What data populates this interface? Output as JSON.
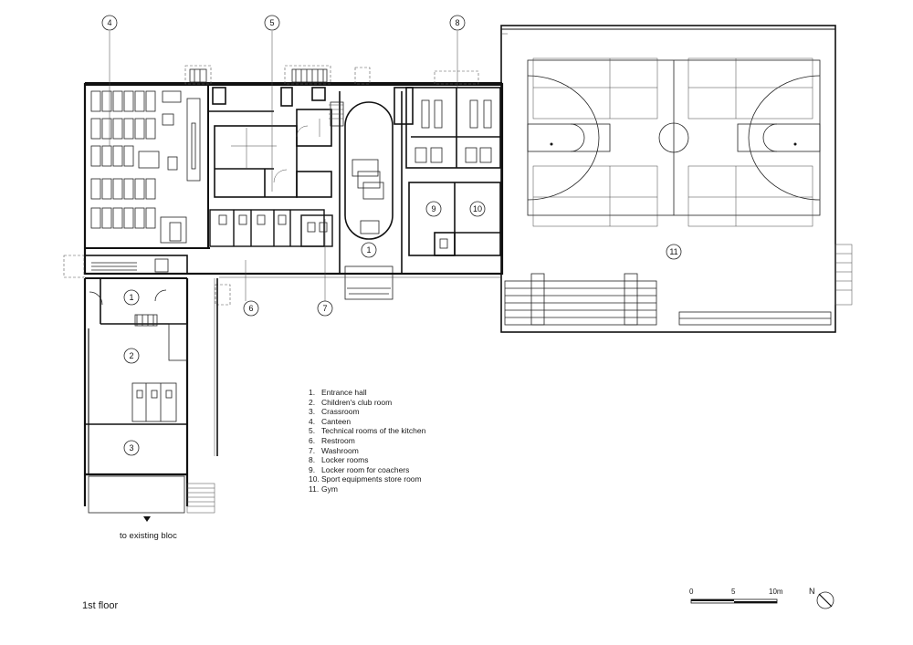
{
  "title": "1st floor",
  "note": "to existing bloc",
  "legend": [
    {
      "num": "1.",
      "text": "Entrance hall"
    },
    {
      "num": "2.",
      "text": "Children's club room"
    },
    {
      "num": "3.",
      "text": "Crassroom"
    },
    {
      "num": "4.",
      "text": "Canteen"
    },
    {
      "num": "5.",
      "text": "Technical rooms of the kitchen"
    },
    {
      "num": "6.",
      "text": "Restroom"
    },
    {
      "num": "7.",
      "text": "Washroom"
    },
    {
      "num": "8.",
      "text": "Locker rooms"
    },
    {
      "num": "9.",
      "text": "Locker room for coachers"
    },
    {
      "num": "10.",
      "text": "Sport equipments store room"
    },
    {
      "num": "11.",
      "text": "Gym"
    }
  ],
  "callouts": [
    "1",
    "2",
    "3",
    "4",
    "5",
    "6",
    "7",
    "8",
    "9",
    "10",
    "11"
  ],
  "scale": {
    "ticks": [
      "0",
      "5",
      "10m"
    ]
  },
  "north": "N",
  "colors": {
    "line": "#111111",
    "background": "#ffffff"
  }
}
